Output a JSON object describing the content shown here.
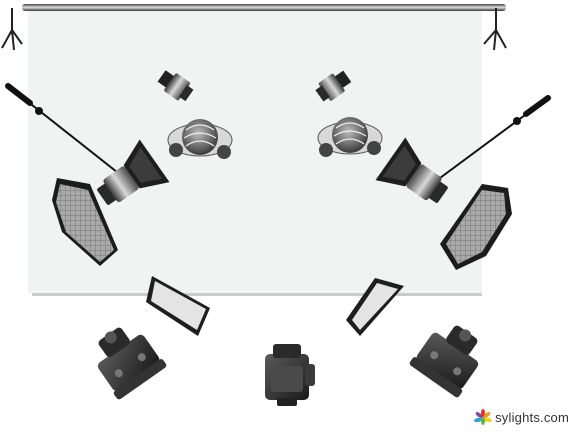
{
  "brand": {
    "logo_icon": "flower-petals-icon",
    "name": "sylights.com",
    "logo_colors": [
      "#e8302f",
      "#f29a1d",
      "#f2d21d",
      "#5bb548",
      "#2f9fd8",
      "#7b4ea2",
      "#d63a8e"
    ]
  },
  "diagram": {
    "colors": {
      "backdrop": "#f1f3f2",
      "backdrop_shadow": "#c9cccb",
      "metal_dark": "#222222",
      "metal_mid": "#666666",
      "diffuser": "#e4e4e4",
      "grid": "#8c8c8c"
    },
    "items": [
      "backdrop",
      "backdrop-stand-left",
      "backdrop-stand-right",
      "background-light-left",
      "background-light-right",
      "subject-left",
      "subject-right",
      "boom-light-left",
      "boom-light-right",
      "gridded-softbox-left",
      "gridded-softbox-right",
      "strip-softbox-left",
      "strip-softbox-right",
      "camera-left",
      "camera-center",
      "camera-right"
    ]
  }
}
